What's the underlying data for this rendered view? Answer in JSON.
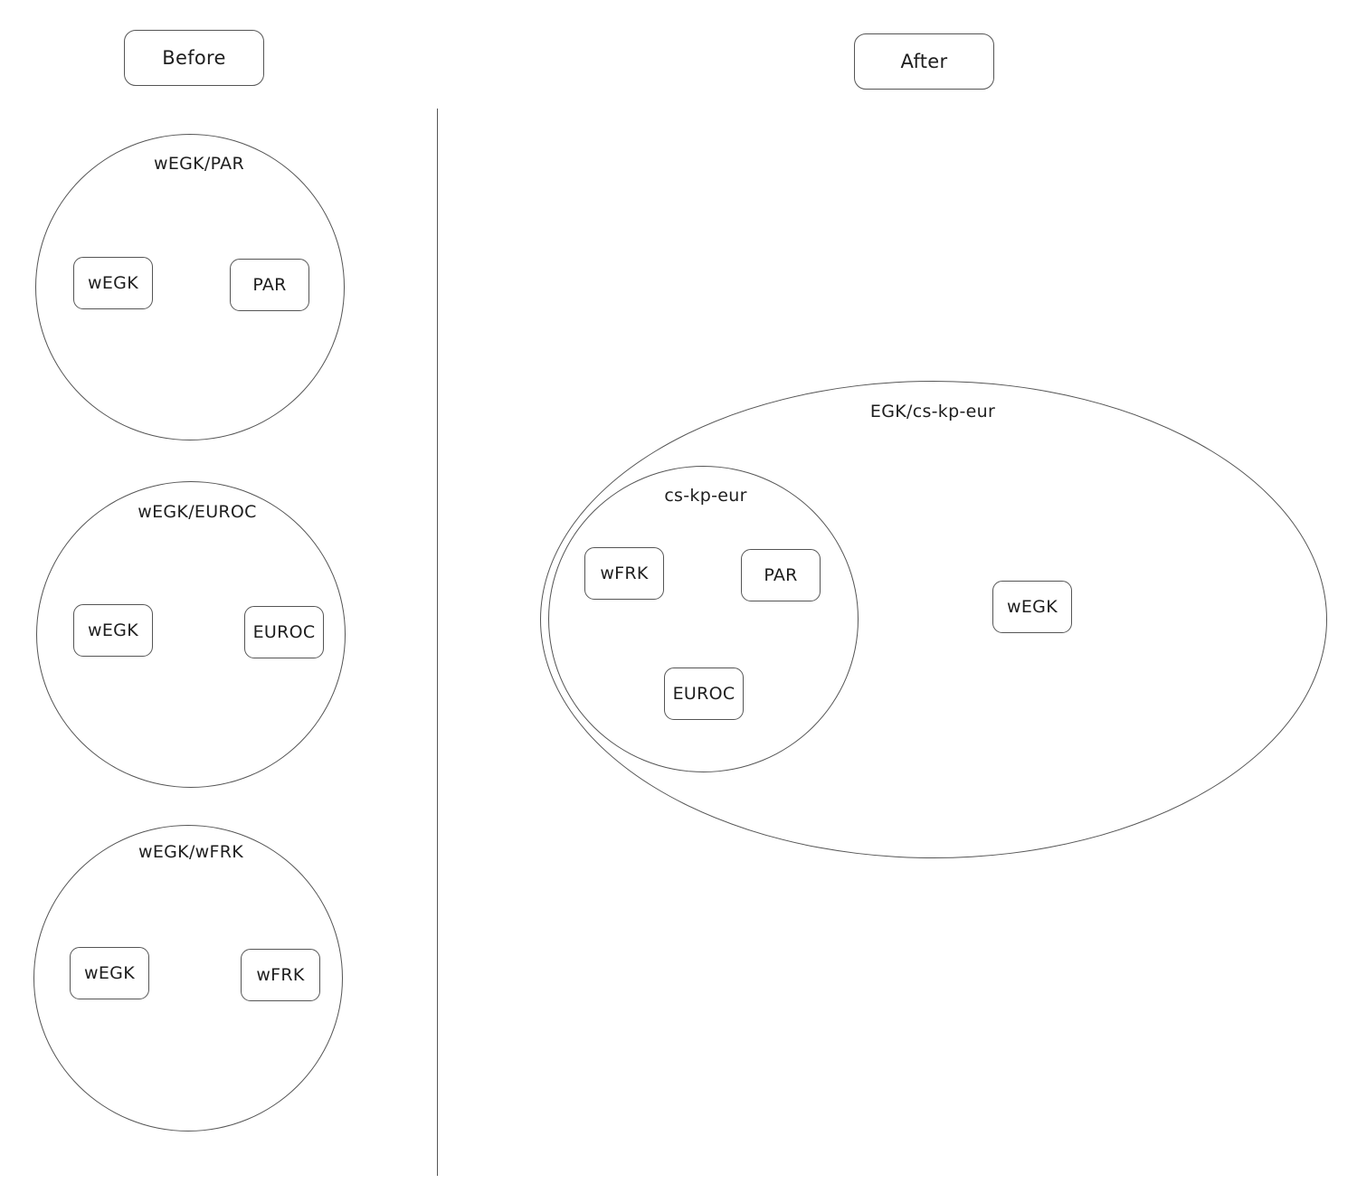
{
  "headers": {
    "before": "Before",
    "after": "After"
  },
  "before": {
    "groups": [
      {
        "label": "wEGK/PAR",
        "nodes": [
          "wEGK",
          "PAR"
        ]
      },
      {
        "label": "wEGK/EUROC",
        "nodes": [
          "wEGK",
          "EUROC"
        ]
      },
      {
        "label": "wEGK/wFRK",
        "nodes": [
          "wEGK",
          "wFRK"
        ]
      }
    ]
  },
  "after": {
    "outer": {
      "label": "EGK/cs-kp-eur",
      "node": "wEGK"
    },
    "inner": {
      "label": "cs-kp-eur",
      "nodes": [
        "wFRK",
        "PAR",
        "EUROC"
      ]
    }
  }
}
